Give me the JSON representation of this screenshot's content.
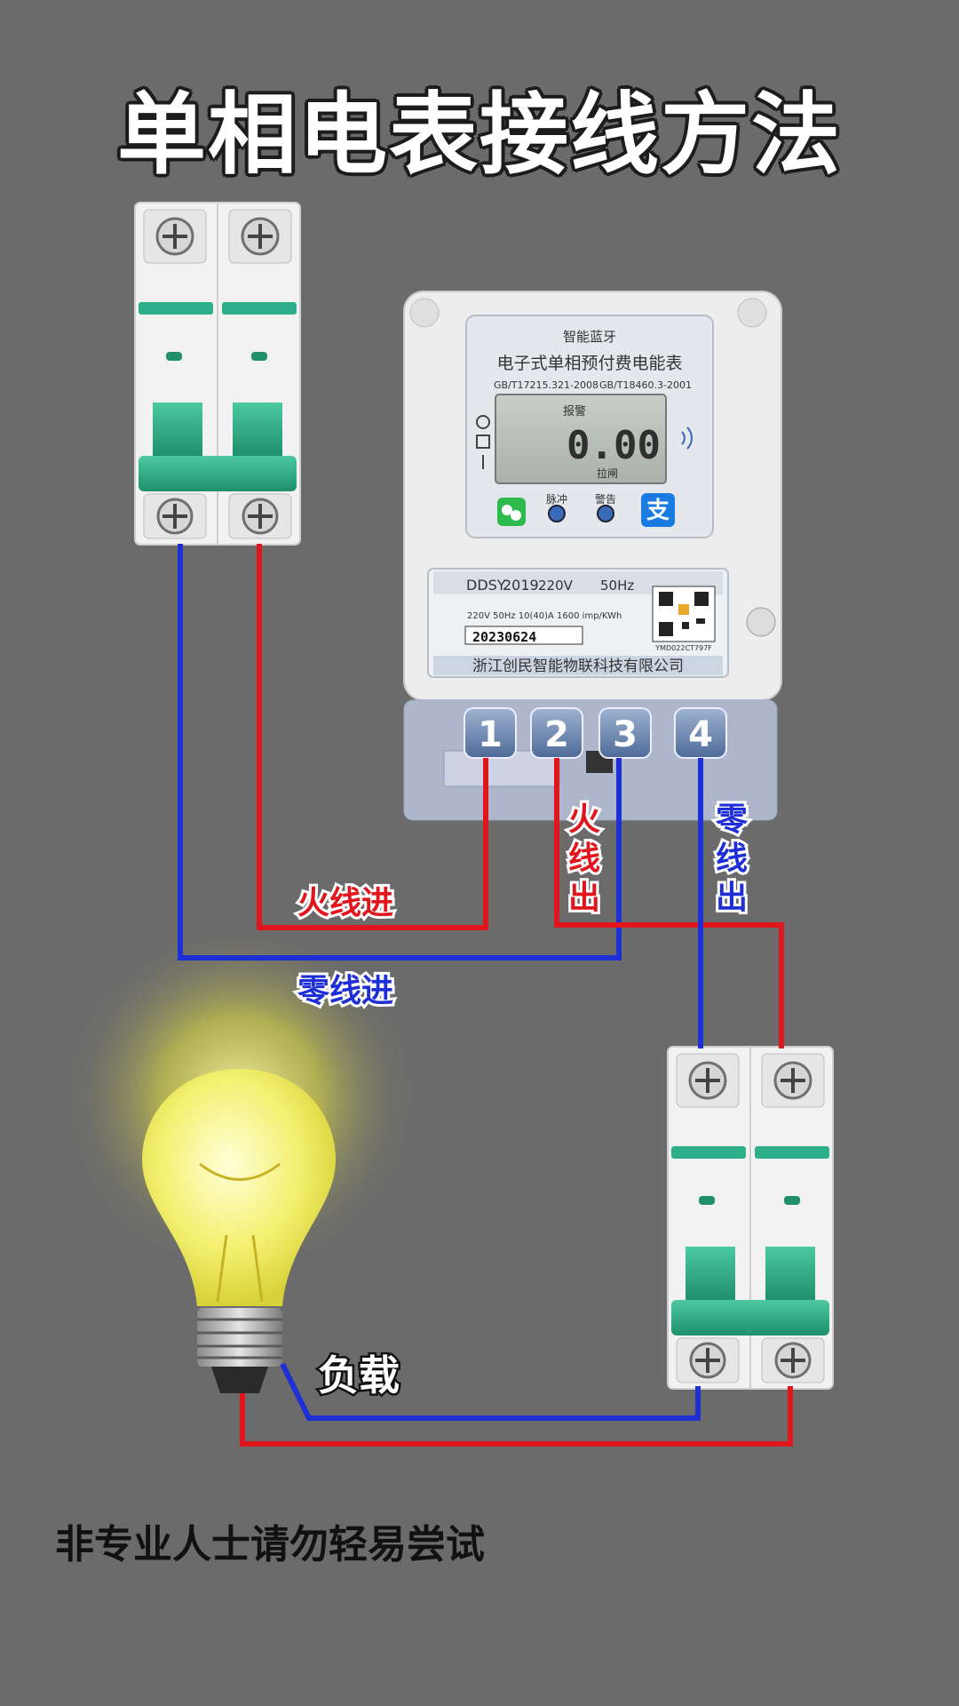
{
  "title": "单相电表接线方法",
  "warning": "非专业人士请勿轻易尝试",
  "meter": {
    "brand_top": "智能蓝牙",
    "name": "电子式单相预付费电能表",
    "standard_1": "GB/T17215.321-2008",
    "standard_2": "GB/T18460.3-2001",
    "lcd_warn": "报警",
    "lcd_value": "0.00",
    "lcd_bottom": "拉闸",
    "btn_pulse": "脉冲",
    "btn_alarm": "警告",
    "pay_symbol": "支",
    "model": "DDSY",
    "model_year": "2019",
    "voltage": "220V",
    "freq": "50Hz",
    "spec": "220V  50Hz  10(40)A  1600 imp/KWh",
    "date_code": "20230624",
    "qr_code_text": "YMD022CT797F",
    "manufacturer": "浙江创民智能物联科技有限公司",
    "terminals": [
      "1",
      "2",
      "3",
      "4"
    ]
  },
  "labels": {
    "live_in": "火线进",
    "neutral_in": "零线进",
    "live_out": [
      "火",
      "线",
      "出"
    ],
    "neutral_out": [
      "零",
      "线",
      "出"
    ],
    "load": "负载"
  },
  "colors": {
    "live": "#e0161c",
    "neutral": "#1f2fd6",
    "breaker_green": "#2fae8a",
    "background": "#6b6b6b"
  }
}
